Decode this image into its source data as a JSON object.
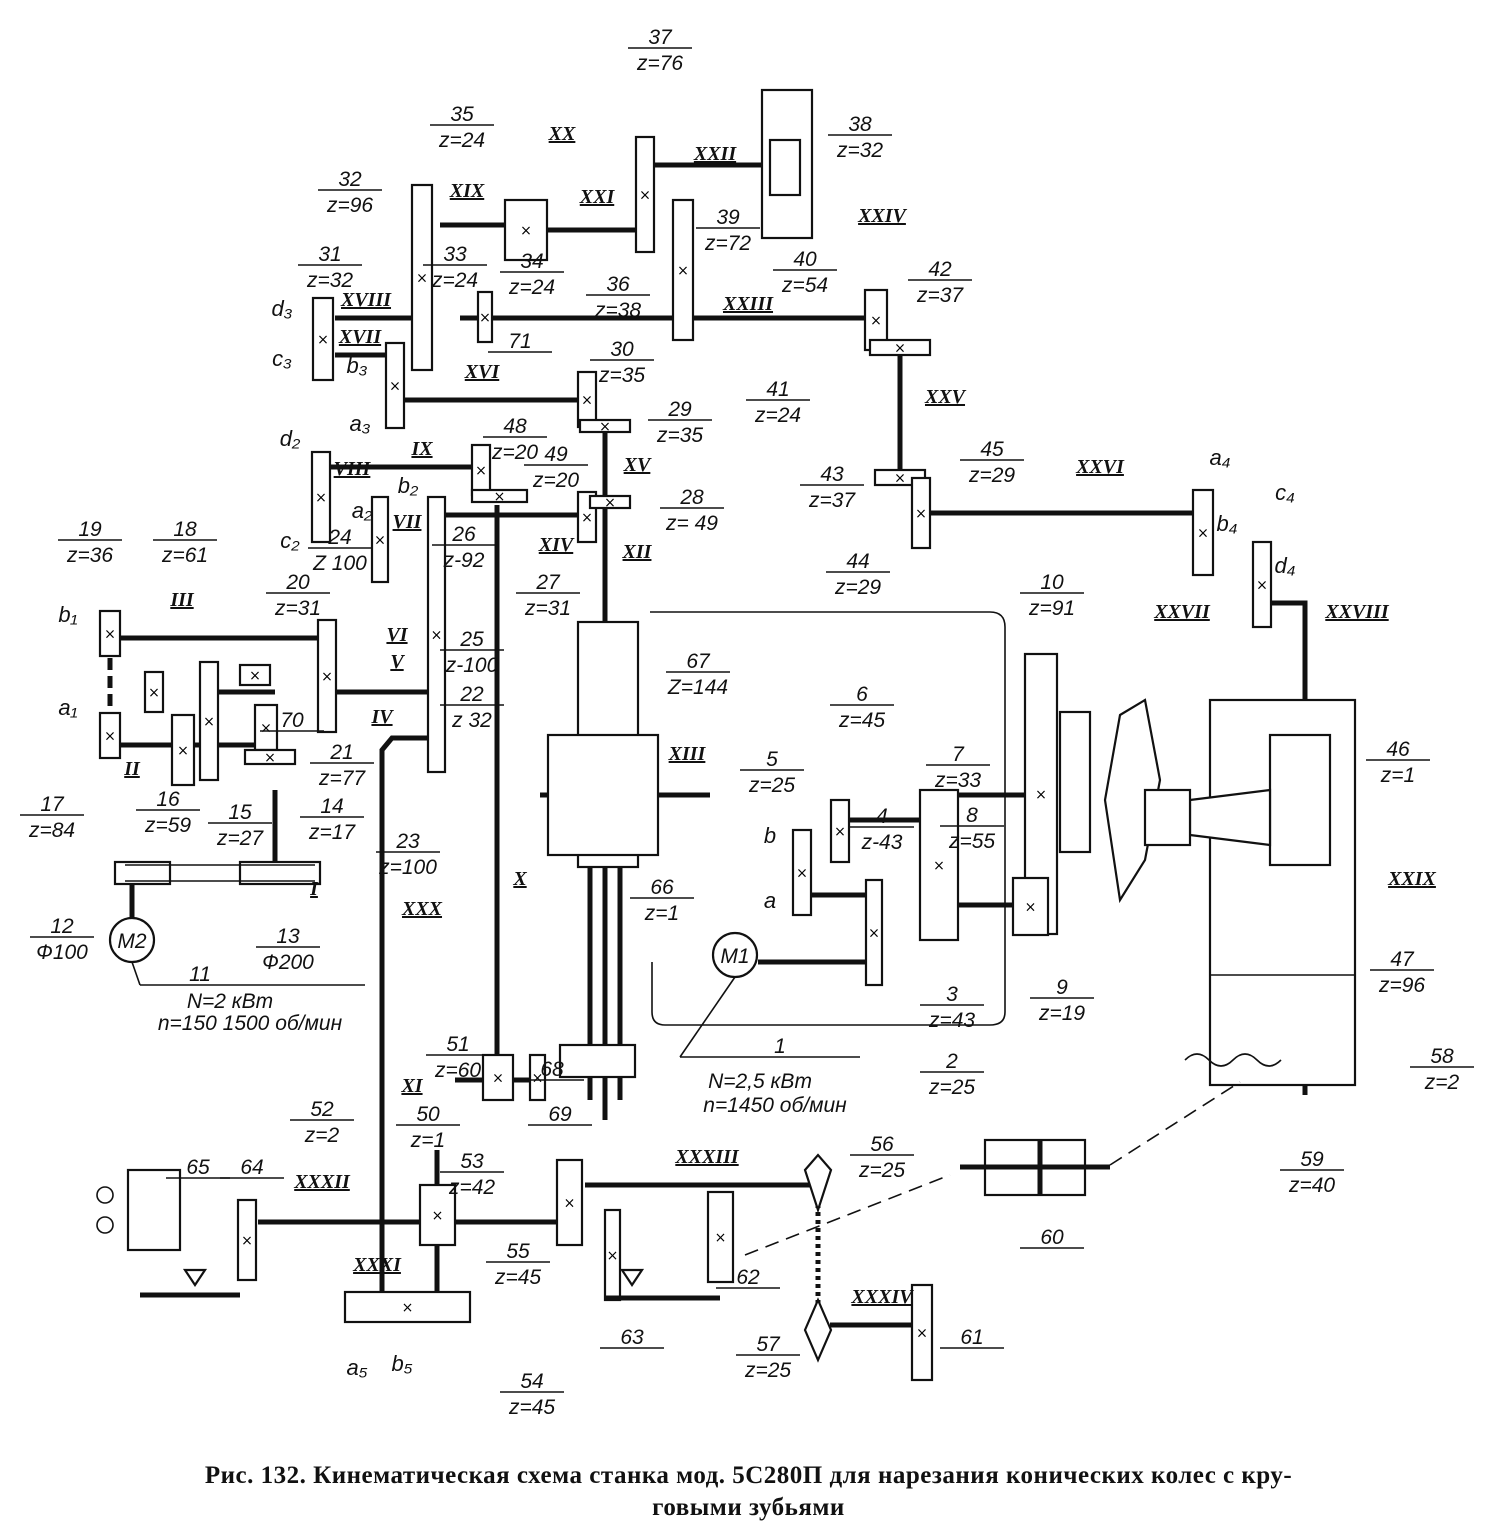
{
  "caption": {
    "line1": "Рис. 132. Кинематическая схема станка мод. 5С280П для нарезания конических колес с кру-",
    "line2": "говыми зубьями"
  },
  "parts": {
    "p1": {
      "num": "1",
      "spec": ""
    },
    "p2": {
      "num": "2",
      "spec": "z=25"
    },
    "p3": {
      "num": "3",
      "spec": "z=43"
    },
    "p4": {
      "num": "4",
      "spec": "z-43"
    },
    "p5": {
      "num": "5",
      "spec": "z=25"
    },
    "p6": {
      "num": "6",
      "spec": "z=45"
    },
    "p7": {
      "num": "7",
      "spec": "z=33"
    },
    "p8": {
      "num": "8",
      "spec": "z=55"
    },
    "p9": {
      "num": "9",
      "spec": "z=19"
    },
    "p10": {
      "num": "10",
      "spec": "z=91"
    },
    "p11": {
      "num": "11",
      "spec": ""
    },
    "p12": {
      "num": "12",
      "spec": "Ф100"
    },
    "p13": {
      "num": "13",
      "spec": "Ф200"
    },
    "p14": {
      "num": "14",
      "spec": "z=17"
    },
    "p15": {
      "num": "15",
      "spec": "z=27"
    },
    "p16": {
      "num": "16",
      "spec": "z=59"
    },
    "p17": {
      "num": "17",
      "spec": "z=84"
    },
    "p18": {
      "num": "18",
      "spec": "z=61"
    },
    "p19": {
      "num": "19",
      "spec": "z=36"
    },
    "p20": {
      "num": "20",
      "spec": "z=31"
    },
    "p21": {
      "num": "21",
      "spec": "z=77"
    },
    "p22": {
      "num": "22",
      "spec": "z 32"
    },
    "p23": {
      "num": "23",
      "spec": "z=100"
    },
    "p24": {
      "num": "24",
      "spec": "Z 100"
    },
    "p25": {
      "num": "25",
      "spec": "z-100"
    },
    "p26": {
      "num": "26",
      "spec": "z-92"
    },
    "p27": {
      "num": "27",
      "spec": "z=31"
    },
    "p28": {
      "num": "28",
      "spec": "z= 49"
    },
    "p29": {
      "num": "29",
      "spec": "z=35"
    },
    "p30": {
      "num": "30",
      "spec": "z=35"
    },
    "p31": {
      "num": "31",
      "spec": "z=32"
    },
    "p32": {
      "num": "32",
      "spec": "z=96"
    },
    "p33": {
      "num": "33",
      "spec": "z=24"
    },
    "p34": {
      "num": "34",
      "spec": "z=24"
    },
    "p35": {
      "num": "35",
      "spec": "z=24"
    },
    "p36": {
      "num": "36",
      "spec": "z=38"
    },
    "p37": {
      "num": "37",
      "spec": "z=76"
    },
    "p38": {
      "num": "38",
      "spec": "z=32"
    },
    "p39": {
      "num": "39",
      "spec": "z=72"
    },
    "p40": {
      "num": "40",
      "spec": "z=54"
    },
    "p41": {
      "num": "41",
      "spec": "z=24"
    },
    "p42": {
      "num": "42",
      "spec": "z=37"
    },
    "p43": {
      "num": "43",
      "spec": "z=37"
    },
    "p44": {
      "num": "44",
      "spec": "z=29"
    },
    "p45": {
      "num": "45",
      "spec": "z=29"
    },
    "p46": {
      "num": "46",
      "spec": "z=1"
    },
    "p47": {
      "num": "47",
      "spec": "z=96"
    },
    "p48": {
      "num": "48",
      "spec": "z=20"
    },
    "p49": {
      "num": "49",
      "spec": "z=20"
    },
    "p50": {
      "num": "50",
      "spec": "z=1"
    },
    "p51": {
      "num": "51",
      "spec": "z=60"
    },
    "p52": {
      "num": "52",
      "spec": "z=2"
    },
    "p53": {
      "num": "53",
      "spec": "z=42"
    },
    "p54": {
      "num": "54",
      "spec": "z=45"
    },
    "p55": {
      "num": "55",
      "spec": "z=45"
    },
    "p56": {
      "num": "56",
      "spec": "z=25"
    },
    "p57": {
      "num": "57",
      "spec": "z=25"
    },
    "p58": {
      "num": "58",
      "spec": "z=2"
    },
    "p59": {
      "num": "59",
      "spec": "z=40"
    },
    "p60": {
      "num": "60",
      "spec": ""
    },
    "p61": {
      "num": "61",
      "spec": ""
    },
    "p62": {
      "num": "62",
      "spec": ""
    },
    "p63": {
      "num": "63",
      "spec": ""
    },
    "p64": {
      "num": "64",
      "spec": ""
    },
    "p65": {
      "num": "65",
      "spec": ""
    },
    "p66": {
      "num": "66",
      "spec": "z=1"
    },
    "p67": {
      "num": "67",
      "spec": "Z=144"
    },
    "p68": {
      "num": "68",
      "spec": ""
    },
    "p69": {
      "num": "69",
      "spec": ""
    },
    "p70": {
      "num": "70",
      "spec": ""
    },
    "p71": {
      "num": "71",
      "spec": ""
    }
  },
  "shafts": {
    "I": "I",
    "II": "II",
    "III": "III",
    "IV": "IV",
    "V": "V",
    "VI": "VI",
    "VII": "VII",
    "VIII": "VIII",
    "IX": "IX",
    "X": "X",
    "XI": "XI",
    "XII": "XII",
    "XIII": "XIII",
    "XIV": "XIV",
    "XV": "XV",
    "XVI": "XVI",
    "XVII": "XVII",
    "XVIII": "XVIII",
    "XIX": "XIX",
    "XX": "XX",
    "XXI": "XXI",
    "XXII": "XXII",
    "XXIII": "XXIII",
    "XXIV": "XXIV",
    "XXV": "XXV",
    "XXVI": "XXVI",
    "XXVII": "XXVII",
    "XXVIII": "XXVIII",
    "XXIX": "XXIX",
    "XXX": "XXX",
    "XXXI": "XXXI",
    "XXXII": "XXXII",
    "XXXIII": "XXXIII",
    "XXXIV": "XXXIV"
  },
  "change_gears": {
    "a1": "a₁",
    "b1": "b₁",
    "a2": "a₂",
    "b2": "b₂",
    "c2": "c₂",
    "d2": "d₂",
    "a3": "a₃",
    "b3": "b₃",
    "c3": "c₃",
    "d3": "d₃",
    "a4": "a₄",
    "b4": "b₄",
    "c4": "c₄",
    "d4": "d₄",
    "a5": "a₅",
    "b5": "b₅",
    "a": "a",
    "b": "b"
  },
  "motors": {
    "M1": {
      "name": "M1",
      "power": "N=2,5 кВт",
      "speed": "n=1450 об/мин"
    },
    "M2": {
      "name": "M2",
      "power": "N=2 кВт",
      "speed": "n=150  1500 об/мин"
    }
  }
}
